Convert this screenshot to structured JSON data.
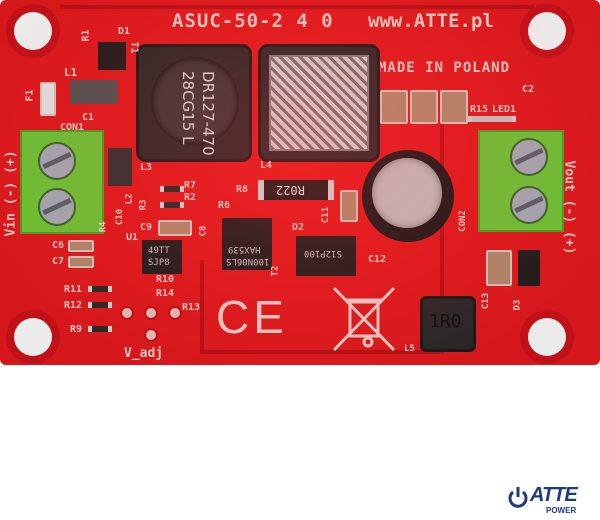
{
  "board": {
    "model": "ASUC-50-2 4 0",
    "website": "www.ATTE.pl",
    "origin": "MADE IN POLAND",
    "certification": "CE",
    "input_label": "Vin (-) (+)",
    "output_label": "Vout (-) (+)",
    "adjust_label": "V_adj",
    "color": "#e81a1e"
  },
  "components": {
    "main_inductor_marking": [
      "DR127-470",
      "28CG15 L"
    ],
    "resistor_r8_marking": "R022",
    "mosfet_marking": [
      "100N06LS",
      "HAX539"
    ],
    "diode_d2_marking": "S12P100",
    "inductor_l5_marking": "1R0",
    "ic_u1_marking": [
      "49TT",
      "SJP8"
    ]
  },
  "designators": {
    "top_left": [
      "R1",
      "D1",
      "T1",
      "L1",
      "F1",
      "C1",
      "CON1"
    ],
    "left": [
      "L2",
      "C10",
      "R4",
      "C6",
      "C7",
      "U1",
      "R3",
      "C9",
      "C8",
      "L3",
      "R7",
      "R2",
      "R6",
      "R8",
      "L4"
    ],
    "bottom_left": [
      "R10",
      "R14",
      "R11",
      "R12",
      "R13",
      "R9"
    ],
    "center": [
      "D2",
      "T2",
      "C11",
      "C12",
      "L5"
    ],
    "right": [
      "R15",
      "LED1",
      "C2",
      "CON2",
      "C13",
      "D3"
    ]
  },
  "brand_logo": {
    "name": "ATTE",
    "tagline": "POWER",
    "color": "#1d3a7a",
    "accent": "#d01a20"
  }
}
